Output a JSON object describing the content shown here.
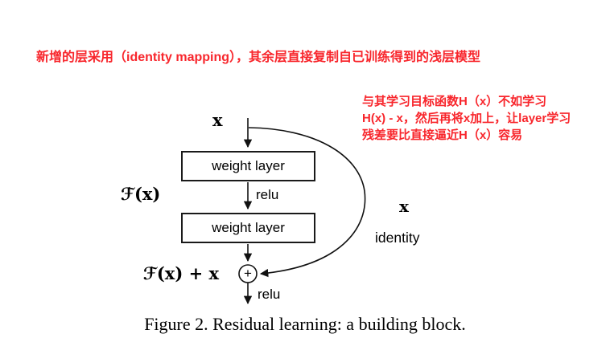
{
  "annotations": {
    "color": "#f8262c",
    "top": "新增的层采用（identity mapping），其余层直接复制自已训练得到的浅层模型",
    "right_line1": "与其学习目标函数H（x）不如学习",
    "right_line2": "H(x) - x，然后再将x加上，让layer学习",
    "right_line3": "残差要比直接逼近H（x）容易"
  },
  "diagram": {
    "input_label": "x",
    "weight_layer_1": "weight layer",
    "relu_1": "relu",
    "residual_label": "ℱ(x)",
    "weight_layer_2": "weight layer",
    "sum_symbol": "+",
    "output_label": "ℱ(x) + x",
    "relu_2": "relu",
    "identity_x_label": "x",
    "identity_label": "identity",
    "line_color": "#111111"
  },
  "caption": {
    "text": "Figure 2. Residual learning: a building block."
  }
}
